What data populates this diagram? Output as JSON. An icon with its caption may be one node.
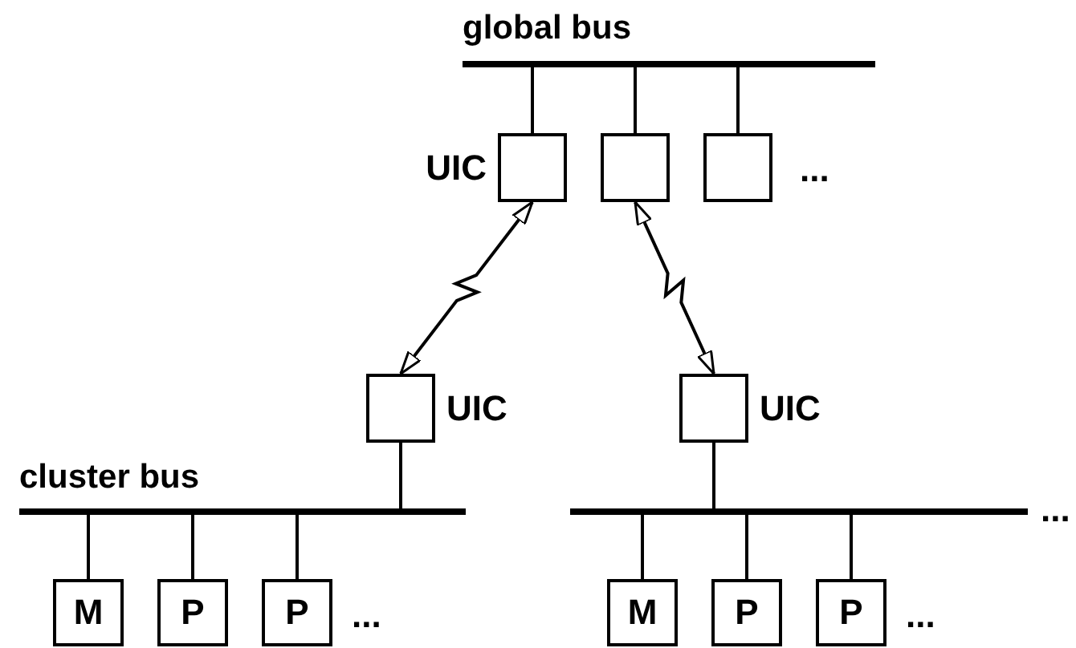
{
  "diagram": {
    "nodes": [
      {
        "text": [
          "global bus"
        ]
      },
      {
        "text": [
          "UIC"
        ]
      },
      {
        "text": [],
        "shape": "box"
      },
      {
        "text": [],
        "shape": "box"
      },
      {
        "text": [
          "UIC"
        ]
      },
      {
        "text": [
          "UIC"
        ]
      },
      {
        "text": [
          "cluster bus"
        ]
      },
      {
        "text": [],
        "shape": "bar"
      },
      {
        "text": [
          "M"
        ]
      },
      {
        "text": [
          "P"
        ]
      },
      {
        "text": [
          "P"
        ]
      },
      {
        "text": [
          "M"
        ]
      },
      {
        "text": [
          "P"
        ]
      },
      {
        "text": [
          "P"
        ]
      }
    ],
    "edges": [
      {
        "from": 0,
        "to": 1,
        "arrow": "none"
      },
      {
        "from": 0,
        "to": 2,
        "arrow": "none"
      },
      {
        "from": 0,
        "to": 3,
        "arrow": "none"
      },
      {
        "from": 1,
        "to": 4,
        "arrow": "both"
      },
      {
        "from": 2,
        "to": 5,
        "arrow": "both"
      },
      {
        "from": 4,
        "to": 6,
        "arrow": "none"
      },
      {
        "from": 5,
        "to": 7,
        "arrow": "none"
      },
      {
        "from": 6,
        "to": 8,
        "arrow": "none"
      },
      {
        "from": 6,
        "to": 9,
        "arrow": "none"
      },
      {
        "from": 6,
        "to": 10,
        "arrow": "none"
      },
      {
        "from": 7,
        "to": 11,
        "arrow": "none"
      },
      {
        "from": 7,
        "to": 12,
        "arrow": "none"
      },
      {
        "from": 7,
        "to": 13,
        "arrow": "none"
      }
    ],
    "labels": [
      "...",
      "...",
      "...",
      "..."
    ]
  }
}
